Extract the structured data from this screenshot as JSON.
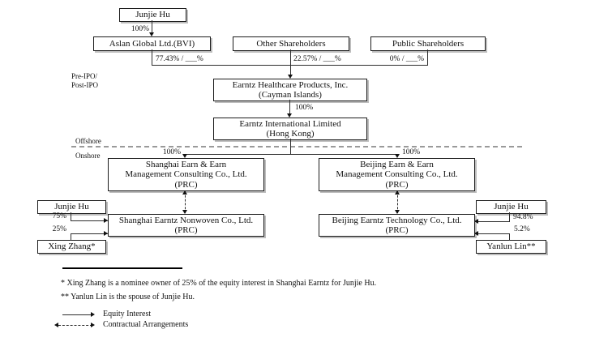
{
  "diagram": {
    "nodes": {
      "junjie_hu_top": {
        "label": "Junjie Hu"
      },
      "aslan": {
        "label": "Aslan Global Ltd.(BVI)"
      },
      "other_shareholders": {
        "label": "Other Shareholders"
      },
      "public_shareholders": {
        "label": "Public Shareholders"
      },
      "healthcare": {
        "line1": "Earntz Healthcare Products, Inc.",
        "line2": "(Cayman Islands)"
      },
      "international": {
        "line1": "Earntz International Limited",
        "line2": "(Hong Kong)"
      },
      "sh_consulting": {
        "line1": "Shanghai Earn & Earn",
        "line2": "Management Consulting Co., Ltd.",
        "line3": "(PRC)"
      },
      "bj_consulting": {
        "line1": "Beijing Earn & Earn",
        "line2": "Management Consulting Co., Ltd.",
        "line3": "(PRC)"
      },
      "junjie_hu_left": {
        "label": "Junjie Hu"
      },
      "xing_zhang": {
        "label": "Xing Zhang*"
      },
      "sh_nonwoven": {
        "line1": "Shanghai Earntz Nonwoven Co., Ltd.",
        "line2": "(PRC)"
      },
      "bj_tech": {
        "line1": "Beijing Earntz Technology Co., Ltd.",
        "line2": "(PRC)"
      },
      "junjie_hu_right": {
        "label": "Junjie Hu"
      },
      "yanlun_lin": {
        "label": "Yanlun Lin**"
      }
    },
    "edge_labels": {
      "top_100": "100%",
      "aslan_pct": "77.43% / ___%",
      "other_pct": "22.57% / ___%",
      "public_pct": "0% / ___%",
      "mid_100": "100%",
      "sh_consulting_100": "100%",
      "bj_consulting_100": "100%",
      "junjie_left_pct": "75%",
      "xing_zhang_pct": "25%",
      "junjie_right_pct": "94.8%",
      "yanlun_pct": "5.2%"
    },
    "region_labels": {
      "pre_ipo": "Pre-IPO/",
      "post_ipo": "Post-IPO",
      "offshore": "Offshore",
      "onshore": "Onshore"
    },
    "footnotes": {
      "note1": "* Xing Zhang is a nominee owner of 25% of the equity interest in Shanghai Earntz for Junjie Hu.",
      "note2": "** Yanlun Lin is the spouse of Junjie Hu."
    },
    "legend": {
      "equity": "Equity Interest",
      "contractual": "Contractual Arrangements"
    }
  }
}
